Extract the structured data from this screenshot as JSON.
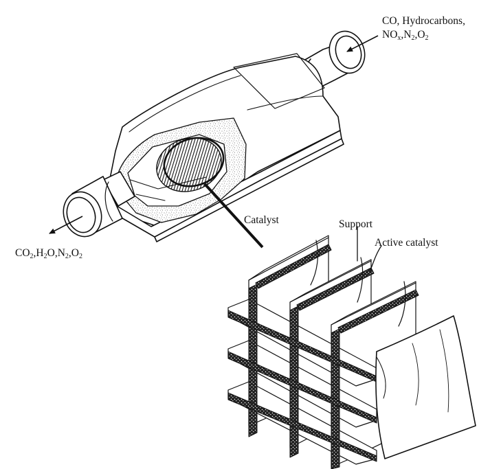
{
  "labels": {
    "inlet_line1": "CO, Hydrocarbons,",
    "inlet_line2_parts": [
      {
        "t": "NO",
        "sub": false
      },
      {
        "t": "x",
        "sub": true
      },
      {
        "t": ",N",
        "sub": false
      },
      {
        "t": "2",
        "sub": true
      },
      {
        "t": ",O",
        "sub": false
      },
      {
        "t": "2",
        "sub": true
      }
    ],
    "outlet_parts": [
      {
        "t": "CO",
        "sub": false
      },
      {
        "t": "2",
        "sub": true
      },
      {
        "t": ",H",
        "sub": false
      },
      {
        "t": "2",
        "sub": true
      },
      {
        "t": "O,N",
        "sub": false
      },
      {
        "t": "2",
        "sub": true
      },
      {
        "t": ",O",
        "sub": false
      },
      {
        "t": "2",
        "sub": true
      }
    ],
    "catalyst": "Catalyst",
    "support": "Support",
    "active_catalyst": "Active catalyst"
  },
  "colors": {
    "ink": "#111111",
    "fill": "#ffffff",
    "speckle": "#555555"
  }
}
